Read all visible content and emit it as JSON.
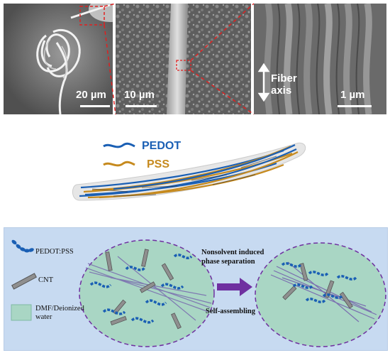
{
  "sem_panels": {
    "left_scale": "20 µm",
    "middle_scale": "10 µm",
    "right_scale": "1 µm",
    "fiber_axis_line1": "Fiber",
    "fiber_axis_line2": "axis"
  },
  "fiber_legend": {
    "pedot": "PEDOT",
    "pss": "PSS",
    "pedot_color": "#1a5fb4",
    "pss_color": "#c68a1e"
  },
  "schematic": {
    "pedot_pss": "PEDOT:PSS",
    "cnt": "CNT",
    "dmf_line1": "DMF/Deionized",
    "dmf_line2": "water",
    "nonsolvent_line1": "Nonsolvent induced",
    "nonsolvent_line2": "phase separation",
    "self_assembling": "Self-assembling",
    "bg_color": "#c7daf1",
    "circle_color": "#a9d6c4",
    "arrow_color": "#6f30a0"
  }
}
